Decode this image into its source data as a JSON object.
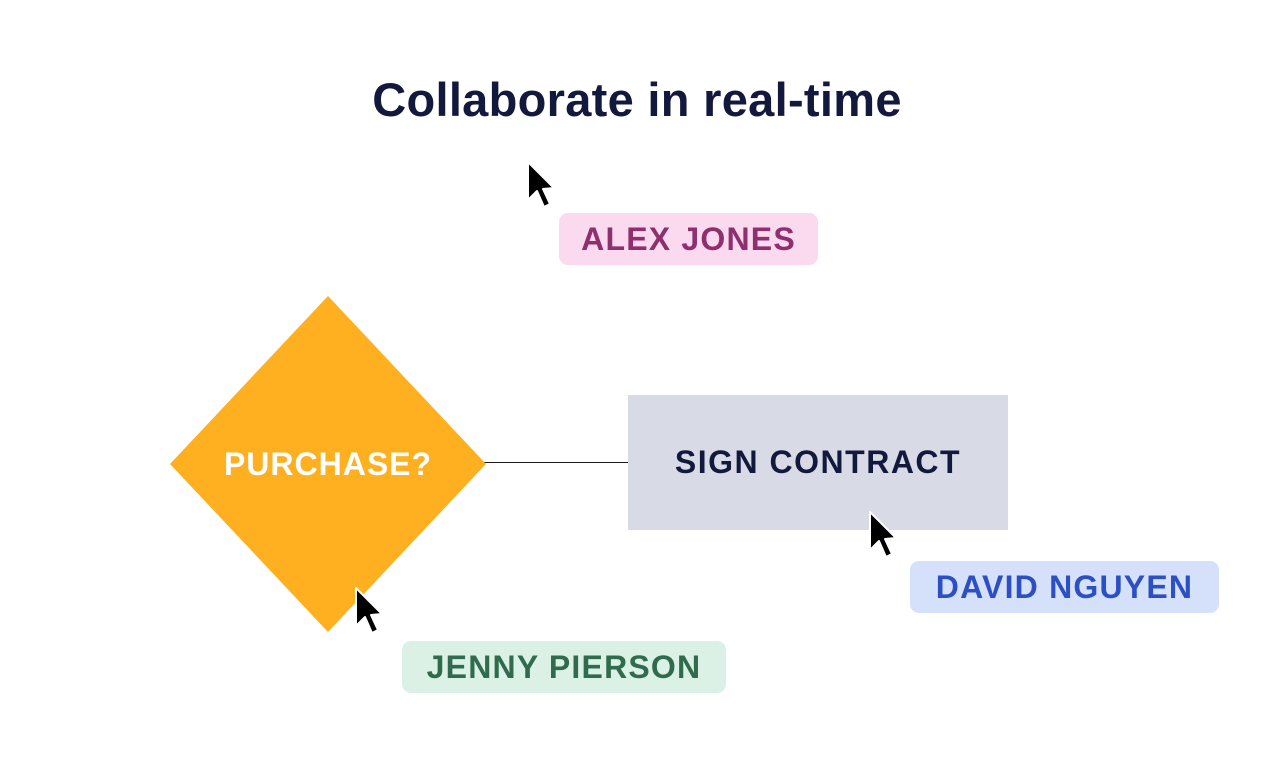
{
  "title": "Collaborate in real-time",
  "diagram": {
    "decision": {
      "label": "PURCHASE?",
      "color": "#feb021"
    },
    "process": {
      "label": "SIGN CONTRACT",
      "color": "#d8dbe6"
    },
    "text_color": "#13193d"
  },
  "collaborators": [
    {
      "name": "ALEX JONES",
      "bg": "#fbd9ef",
      "fg": "#8e2f6e"
    },
    {
      "name": "DAVID NGUYEN",
      "bg": "#d5e0fb",
      "fg": "#2c4fc4"
    },
    {
      "name": "JENNY PIERSON",
      "bg": "#dcf1e6",
      "fg": "#2f6b4c"
    }
  ],
  "icons": {
    "cursor": "pointer-cursor-icon"
  }
}
